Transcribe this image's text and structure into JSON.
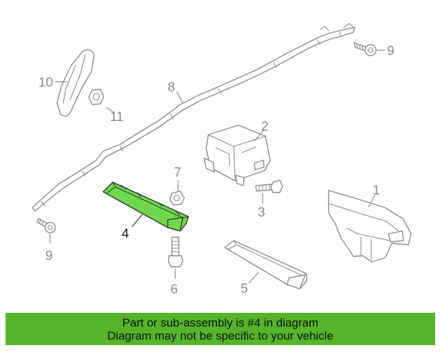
{
  "callouts": {
    "part_1": "1",
    "part_2": "2",
    "part_3": "3",
    "part_4": "4",
    "part_5": "5",
    "part_6": "6",
    "part_7": "7",
    "part_8": "8",
    "part_9_top": "9",
    "part_9_bottom": "9",
    "part_10": "10",
    "part_11": "11"
  },
  "highlighted_part": "4",
  "colors": {
    "highlight_fill": "#6fd84e",
    "banner_background": "#55b52a",
    "line_art": "#8a8a8a"
  },
  "banner": {
    "line1": "Part or sub-assembly is #4 in diagram",
    "line2": "Diagram may not be specific to your vehicle"
  }
}
